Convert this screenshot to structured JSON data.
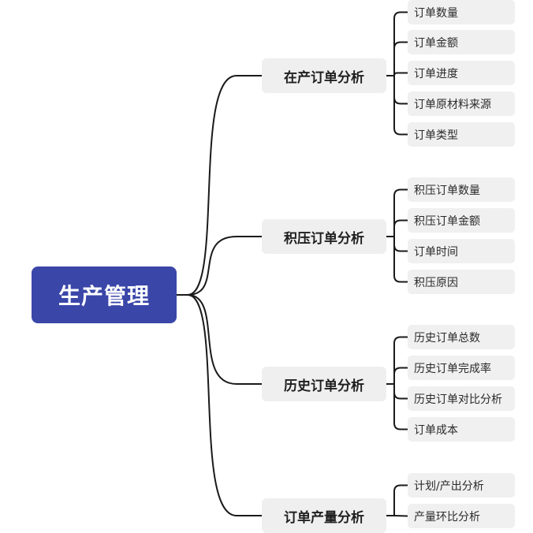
{
  "root": {
    "label": "生产管理"
  },
  "branches": [
    {
      "label": "在产订单分析",
      "children": [
        "订单数量",
        "订单金额",
        "订单进度",
        "订单原材料来源",
        "订单类型"
      ]
    },
    {
      "label": "积压订单分析",
      "children": [
        "积压订单数量",
        "积压订单金额",
        "订单时间",
        "积压原因"
      ]
    },
    {
      "label": "历史订单分析",
      "children": [
        "历史订单总数",
        "历史订单完成率",
        "历史订单对比分析",
        "订单成本"
      ]
    },
    {
      "label": "订单产量分析",
      "children": [
        "计划/产出分析",
        "产量环比分析"
      ]
    }
  ],
  "colors": {
    "root_fill": "#3a46a8",
    "node_fill": "#efefef",
    "connector": "#1a1a1a"
  }
}
